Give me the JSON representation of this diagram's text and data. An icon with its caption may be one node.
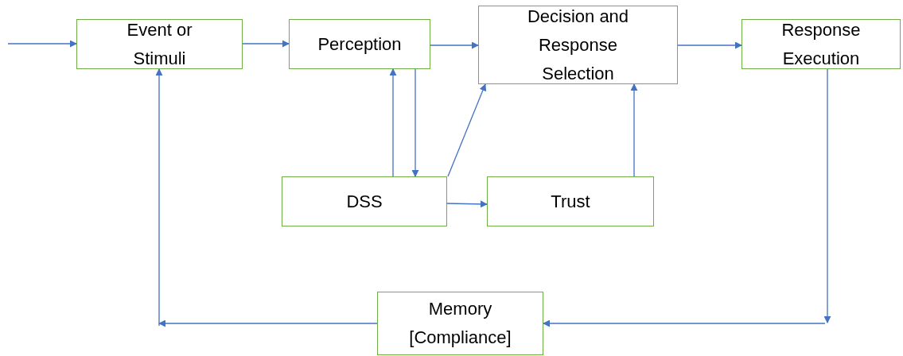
{
  "diagram": {
    "nodes": [
      {
        "text": [
          "Event or Stimuli"
        ]
      },
      {
        "text": [
          "Perception"
        ]
      },
      {
        "text": [
          "Decision and Response Selection"
        ]
      },
      {
        "text": [
          "Response Execution"
        ]
      },
      {
        "text": [
          "DSS"
        ]
      },
      {
        "text": [
          "Trust"
        ]
      },
      {
        "text": [
          "Memory [Compliance]"
        ]
      }
    ],
    "edges": [
      {
        "from": null,
        "to": 0,
        "arrow": "to"
      },
      {
        "from": 0,
        "to": 1,
        "arrow": "to"
      },
      {
        "from": 1,
        "to": 2,
        "arrow": "to"
      },
      {
        "from": 2,
        "to": 3,
        "arrow": "to"
      },
      {
        "from": 1,
        "to": 4,
        "arrow": "to"
      },
      {
        "from": 4,
        "to": 1,
        "arrow": "to"
      },
      {
        "from": 4,
        "to": 2,
        "arrow": "to"
      },
      {
        "from": 4,
        "to": 5,
        "arrow": "to"
      },
      {
        "from": 5,
        "to": 2,
        "arrow": "to"
      },
      {
        "from": 3,
        "to": null,
        "arrow": "to"
      },
      {
        "from": null,
        "to": 6,
        "arrow": "to"
      },
      {
        "from": 6,
        "to": null,
        "arrow": "to"
      },
      {
        "from": null,
        "to": 0,
        "arrow": "to"
      }
    ]
  }
}
